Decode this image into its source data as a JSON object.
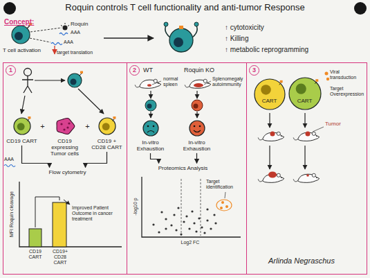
{
  "diagram": {
    "title": "Roquin controls T cell functionality and anti-tumor Response",
    "nodes": [
      {
        "text": [
          "1"
        ]
      },
      {
        "text": [
          "CD19 CART"
        ],
        "in": 0
      },
      {
        "text": [
          "CD19 expressing Tumor cells"
        ],
        "in": 0
      },
      {
        "text": [
          "CD19 + CD28 CART"
        ],
        "in": 0
      },
      {
        "text": [
          "Flow cytometry"
        ],
        "in": 0
      },
      {
        "text": [
          "2"
        ]
      },
      {
        "text": [
          "In-vitro Exhaustion"
        ],
        "in": 5
      },
      {
        "text": [
          "In-vitro Exhaustion"
        ],
        "in": 5
      },
      {
        "text": [
          "Proteomics Analysis"
        ],
        "in": 5
      },
      {
        "text": [
          "3"
        ]
      },
      {
        "text": [
          "CART"
        ],
        "in": 9
      },
      {
        "text": [
          "CART"
        ],
        "in": 9
      }
    ],
    "edges": [
      {
        "from": 1,
        "to": 4,
        "arrow": "to"
      },
      {
        "from": 3,
        "to": 4,
        "arrow": "to"
      },
      {
        "from": 6,
        "to": 8,
        "arrow": "to"
      },
      {
        "from": 7,
        "to": 8,
        "arrow": "to"
      }
    ],
    "labels": [
      "Concept:",
      "Roquin",
      "AAA",
      "AAA",
      "target translation",
      "T cell activation",
      "↑ cytotoxicity",
      "↑ Killing",
      "↑ metabolic reprogramming",
      "+",
      "+",
      "AAA",
      "MFI Roquin cleavage",
      "CD19 CART",
      "CD19+ CD28 CART",
      "Improved Patient Outcome in cancer treatment",
      "WT",
      "Roquin KO",
      "normal spleen",
      "Splenomegaly autoimmunity",
      "-log10 p",
      "Log2 FC",
      "Target identification",
      "Viral transduction",
      "Target Overexpression",
      "Tumor",
      "Arlinda Negraschus"
    ]
  }
}
